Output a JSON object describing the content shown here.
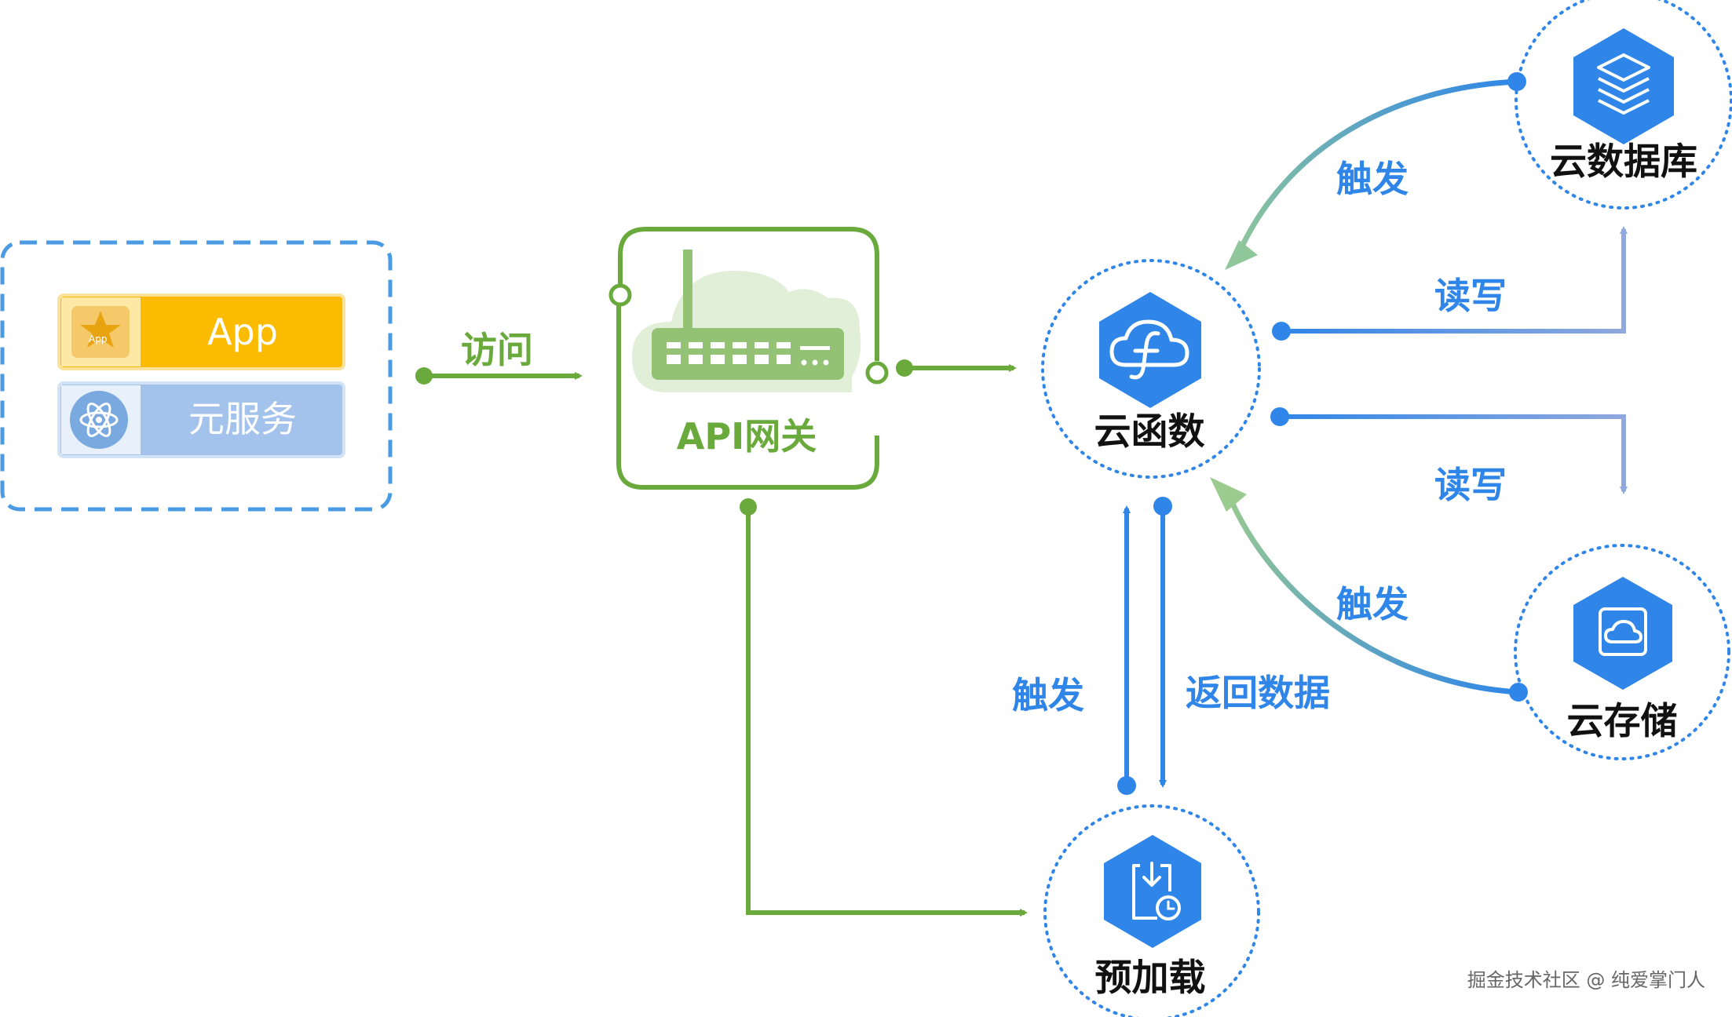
{
  "client": {
    "app_label": "App",
    "app_icon_text": "App",
    "service_label": "元服务"
  },
  "gateway": {
    "label": "API网关"
  },
  "nodes": {
    "function": "云函数",
    "database": "云数据库",
    "storage": "云存储",
    "preload": "预加载"
  },
  "edges": {
    "visit": "访问",
    "trigger_db": "触发",
    "rw_db": "读写",
    "rw_storage": "读写",
    "trigger_storage": "触发",
    "trigger_preload": "触发",
    "return_data": "返回数据"
  },
  "watermark": "掘金技术社区 @ 纯爱掌门人",
  "colors": {
    "blue": "#2f86e8",
    "green": "#6aaa3c",
    "lavender": "#8fa8de",
    "app_yellow": "#fbbb00",
    "service_blue": "#a3c3ec"
  }
}
